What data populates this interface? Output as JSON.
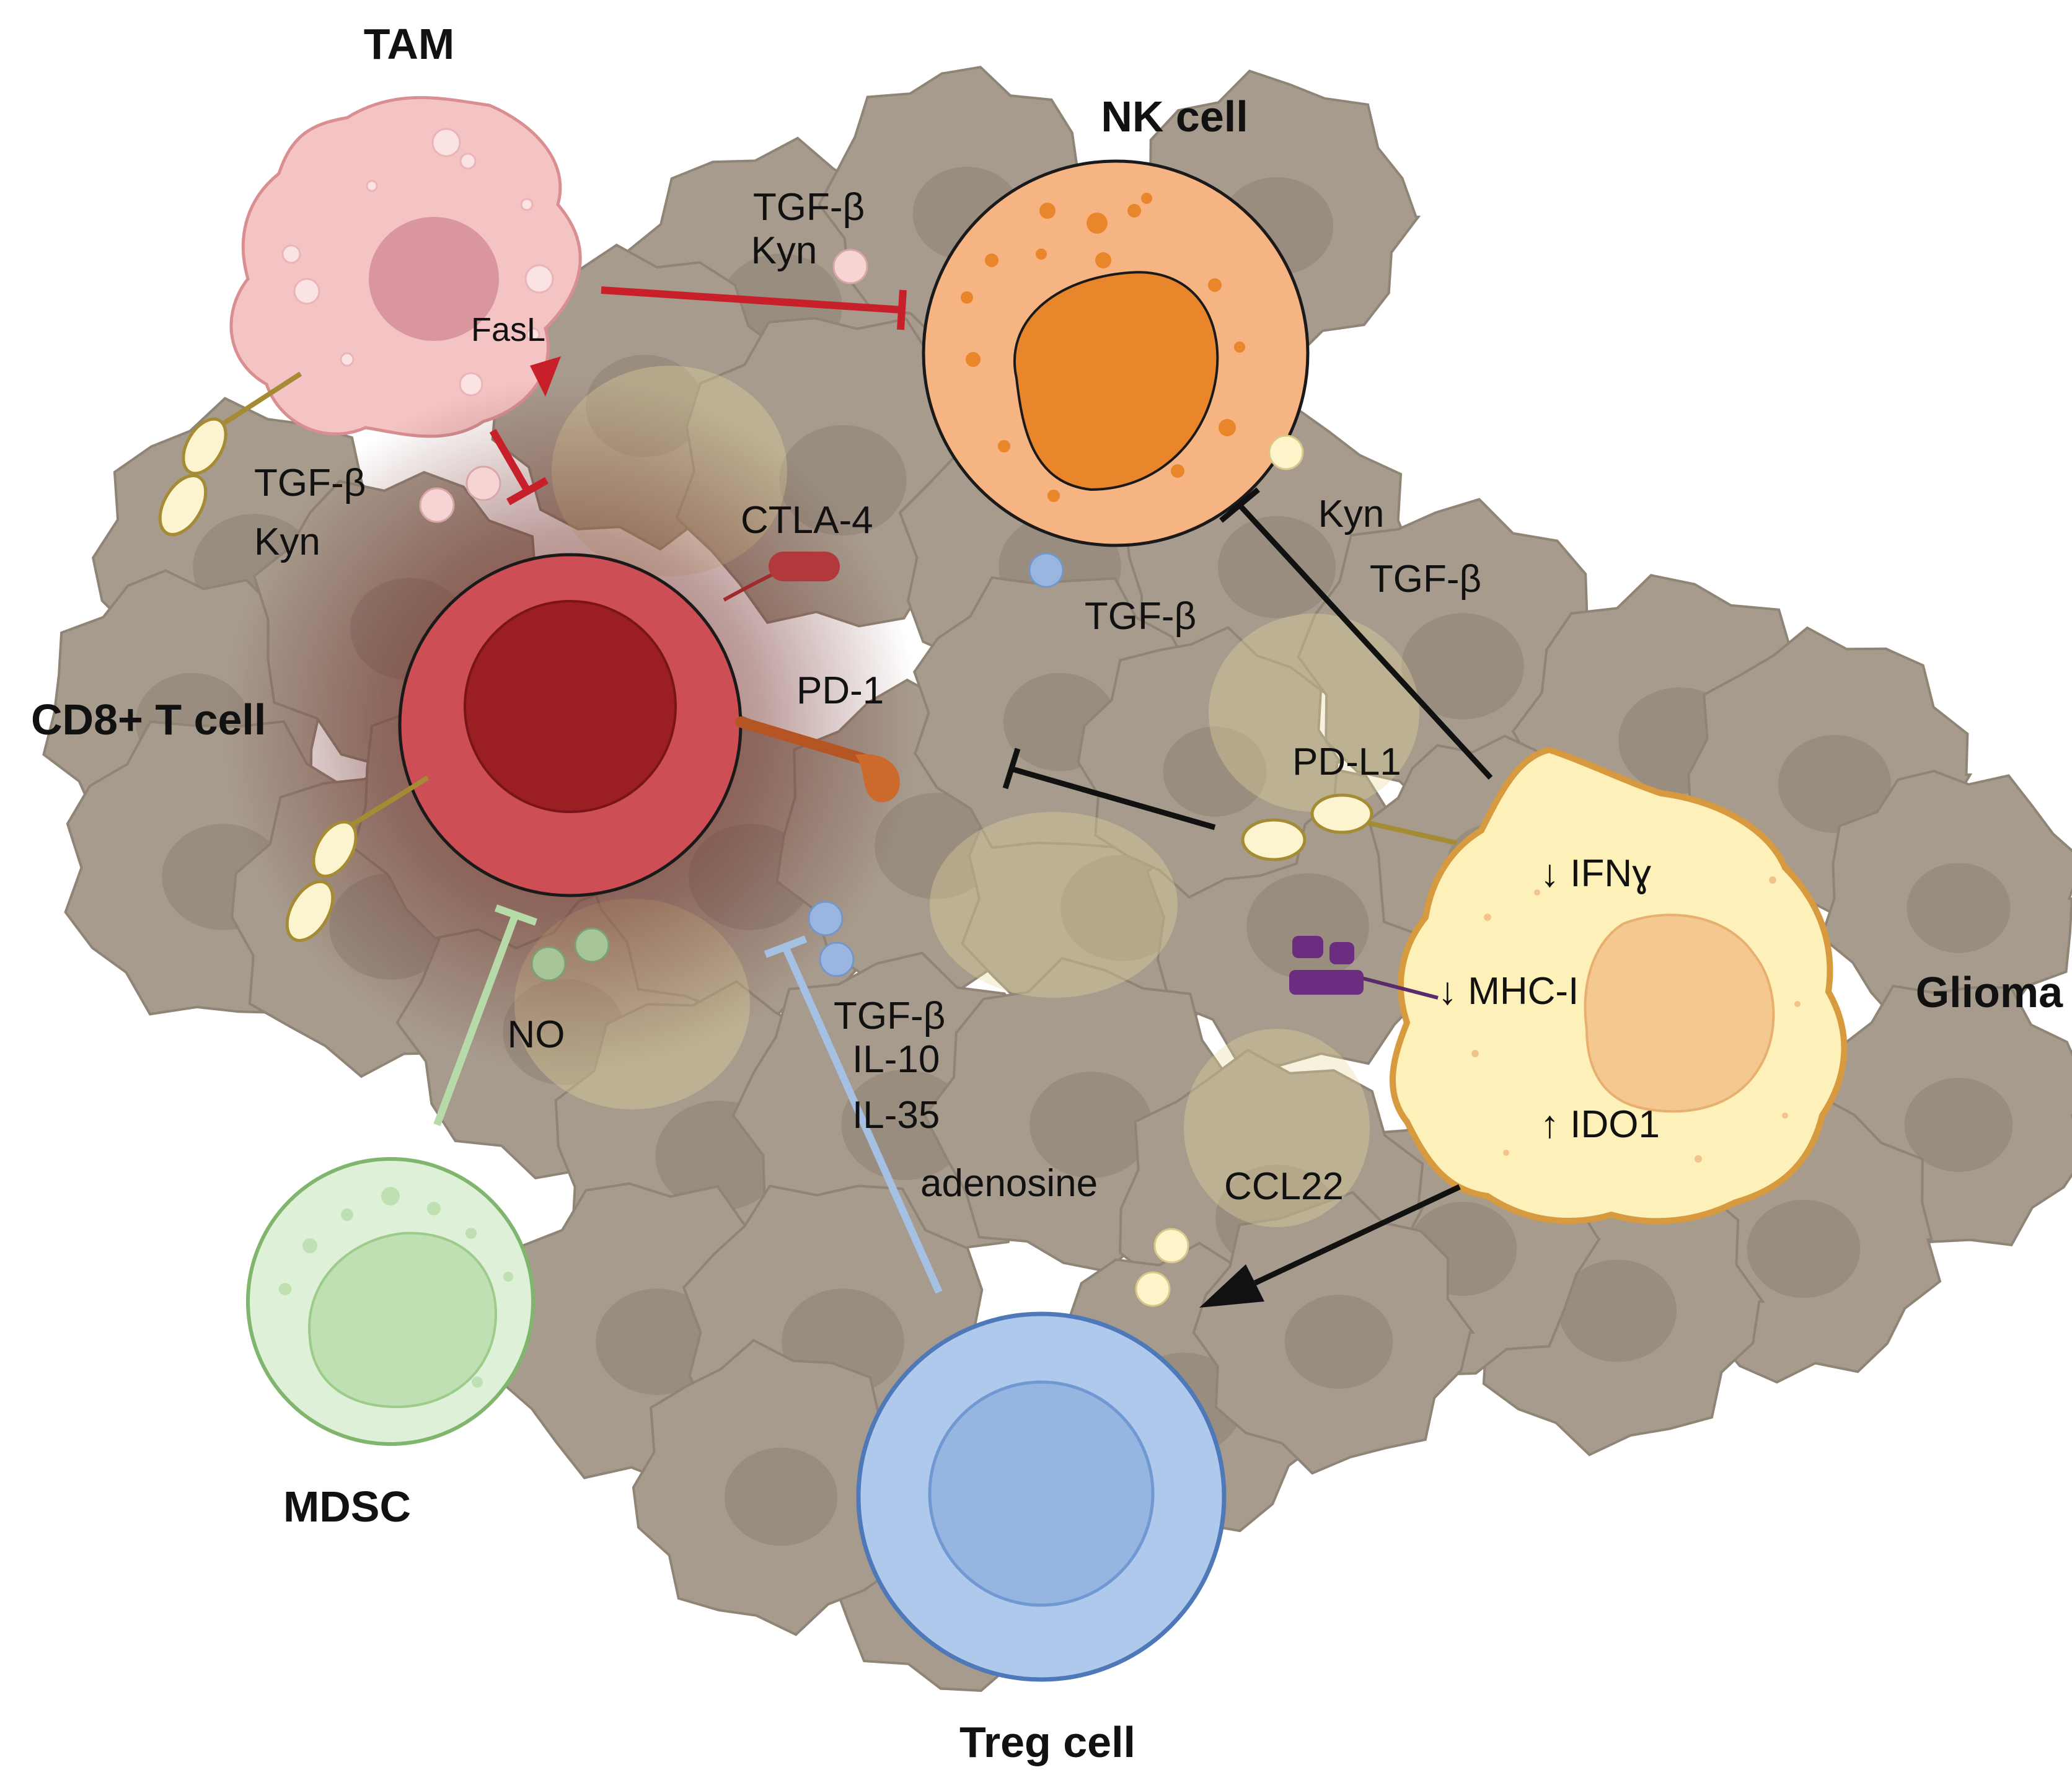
{
  "cells": {
    "tam": "TAM",
    "nk": "NK cell",
    "cd8": "CD8+ T cell",
    "glioma": "Glioma",
    "mdsc": "MDSC",
    "treg": "Treg cell"
  },
  "molecules": {
    "fasl": "FasL",
    "tam_tgfb": "TGF-β",
    "tam_kyn": "Kyn",
    "top_tgfb": "TGF-β",
    "top_kyn": "Kyn",
    "ctla4": "CTLA-4",
    "pd1": "PD-1",
    "mid_tgfb": "TGF-β",
    "right_kyn": "Kyn",
    "right_tgfb": "TGF-β",
    "pdl1": "PD-L1",
    "ifng": "↓ IFNɣ",
    "mhc": "↓ MHC-I",
    "ido1": "↑ IDO1",
    "no": "NO",
    "treg_tgfb": "TGF-β",
    "il10": "IL-10",
    "il35": "IL-35",
    "adenosine": "adenosine",
    "ccl22": "CCL22"
  },
  "colors": {
    "tumor_bg": "#a79b8d",
    "tumor_nucleus": "#928779",
    "tam": "#f4c3c4",
    "cd8": "#cd4f55",
    "cd8_nucleus": "#9b1e22",
    "nk": "#f7b483",
    "nk_nucleus": "#e9852b",
    "glioma": "#fdf0b8",
    "glioma_border": "#d79a3e",
    "mdsc": "#def0d8",
    "treg": "#afc9ec",
    "inhibit_red": "#c8202a",
    "inhibit_black": "#111111",
    "mdsc_line": "#b6dba8",
    "treg_line": "#a4c1e3"
  }
}
